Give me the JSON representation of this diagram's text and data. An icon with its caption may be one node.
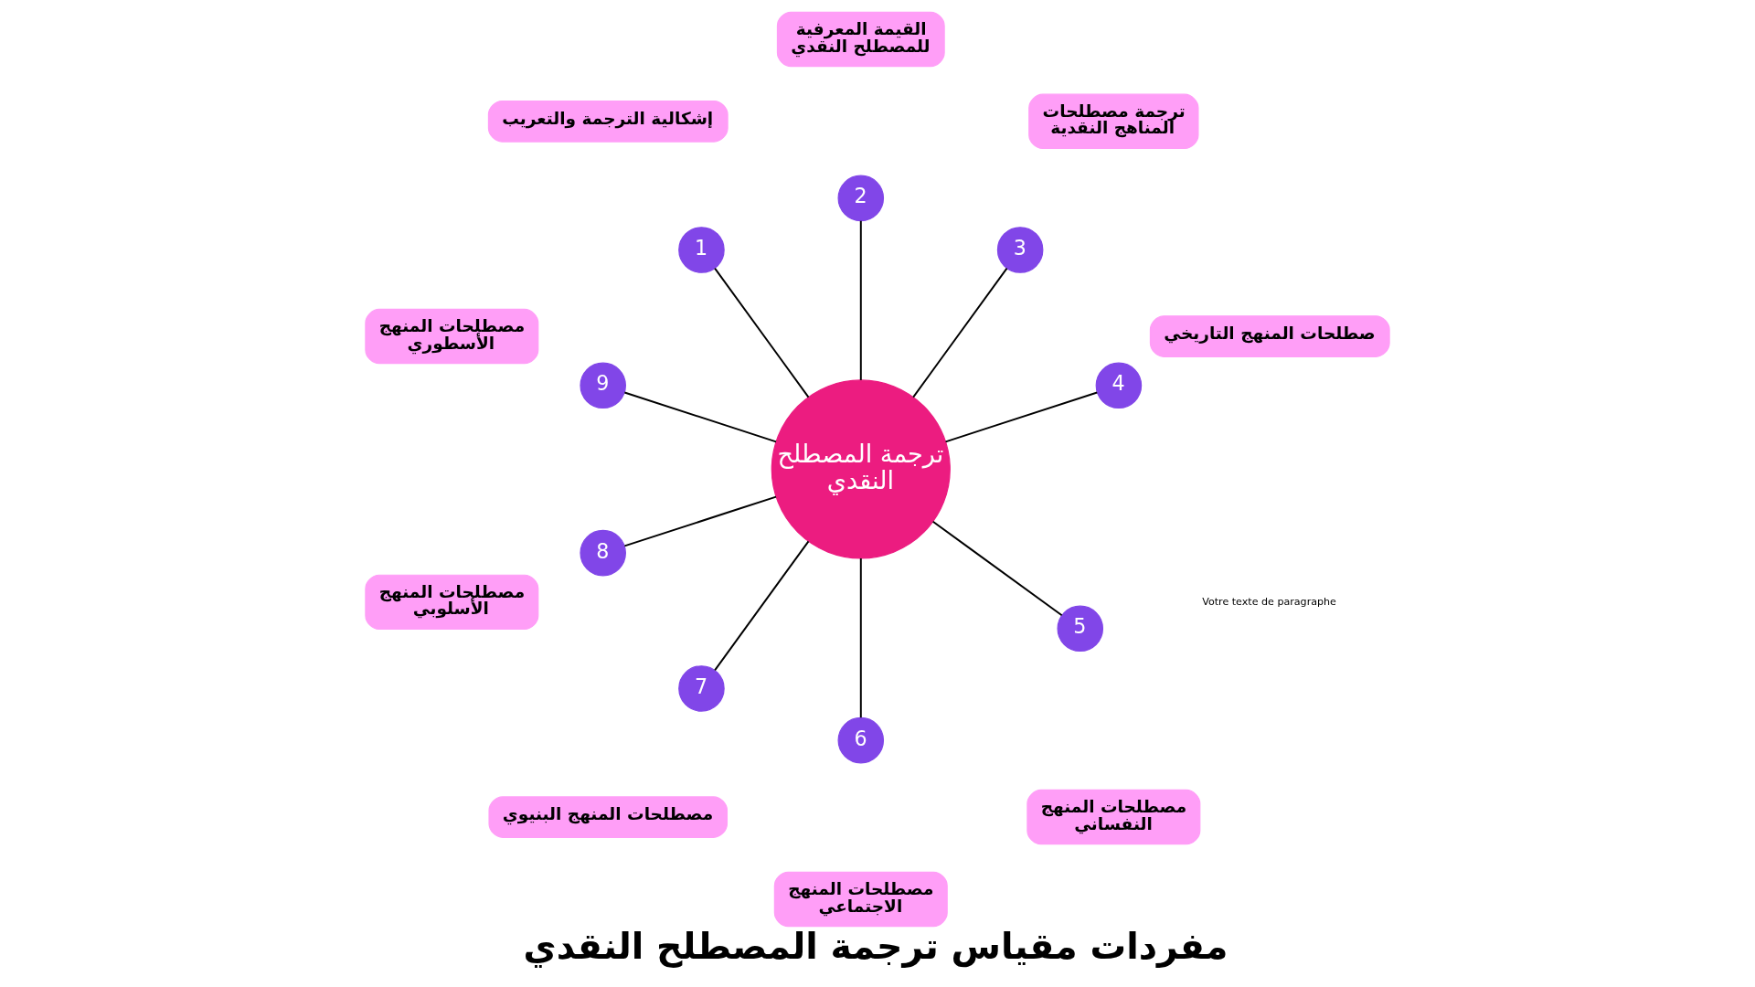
{
  "diagram": {
    "title": "مفردات مقياس ترجمة المصطلح النقدي",
    "nodes": [
      {
        "text": [
          "ترجمة المصطلح النقدي"
        ]
      },
      {
        "text": [
          "1"
        ]
      },
      {
        "text": [
          "2"
        ]
      },
      {
        "text": [
          "3"
        ]
      },
      {
        "text": [
          "4"
        ]
      },
      {
        "text": [
          "5"
        ]
      },
      {
        "text": [
          "6"
        ]
      },
      {
        "text": [
          "7"
        ]
      },
      {
        "text": [
          "8"
        ]
      },
      {
        "text": [
          "9"
        ]
      },
      {
        "text": [
          "إشكالية الترجمة والتعريب"
        ]
      },
      {
        "text": [
          "القيمة المعرفية للمصطلح النقدي"
        ]
      },
      {
        "text": [
          "ترجمة مصطلحات المناهج النقدية"
        ]
      },
      {
        "text": [
          "صطلحات المنهج التاريخي"
        ]
      },
      {
        "text": [
          "مصطلحات المنهج النفساني"
        ]
      },
      {
        "text": [
          "مصطلحات المنهج الاجتماعي"
        ]
      },
      {
        "text": [
          "مصطلحات المنهج البنيوي"
        ]
      },
      {
        "text": [
          "مصطلحات المنهج الأسلوبي"
        ]
      },
      {
        "text": [
          "مصطلحات المنهج الأسطوري"
        ]
      }
    ],
    "edges": [
      {
        "from": 0,
        "to": 1,
        "arrow": "none"
      },
      {
        "from": 0,
        "to": 2,
        "arrow": "none"
      },
      {
        "from": 0,
        "to": 3,
        "arrow": "none"
      },
      {
        "from": 0,
        "to": 4,
        "arrow": "none"
      },
      {
        "from": 0,
        "to": 5,
        "arrow": "none"
      },
      {
        "from": 0,
        "to": 6,
        "arrow": "none"
      },
      {
        "from": 0,
        "to": 7,
        "arrow": "none"
      },
      {
        "from": 0,
        "to": 8,
        "arrow": "none"
      },
      {
        "from": 0,
        "to": 9,
        "arrow": "none"
      }
    ],
    "labels": [
      "Votre texte de paragraphe"
    ]
  }
}
